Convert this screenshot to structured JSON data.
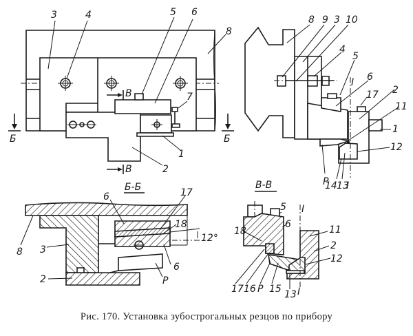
{
  "caption": "Рис. 170. Установка зубострогальных резцов по прибору",
  "views": {
    "plan": {
      "labels": [
        "1",
        "2",
        "3",
        "4",
        "5",
        "6",
        "7",
        "8"
      ],
      "section_marks": {
        "b_left": "Б",
        "b_right": "Б",
        "v_top": "В",
        "v_bottom": "В"
      }
    },
    "side": {
      "labels": [
        "1",
        "2",
        "3",
        "4",
        "5",
        "6",
        "8",
        "9",
        "10",
        "11",
        "12",
        "13",
        "14",
        "17",
        "P"
      ],
      "axis_label_top": "I",
      "axis_label_bottom": "I"
    },
    "section_bb": {
      "title": "Б-Б",
      "labels": [
        "2",
        "3",
        "6",
        "6",
        "8",
        "17",
        "18",
        "P"
      ],
      "angle": "12°"
    },
    "section_vv": {
      "title": "В-В",
      "labels": [
        "2",
        "5",
        "6",
        "11",
        "12",
        "13",
        "15",
        "16",
        "17",
        "18",
        "P"
      ],
      "axis_label_top": "I",
      "axis_label_bottom": "I"
    }
  }
}
